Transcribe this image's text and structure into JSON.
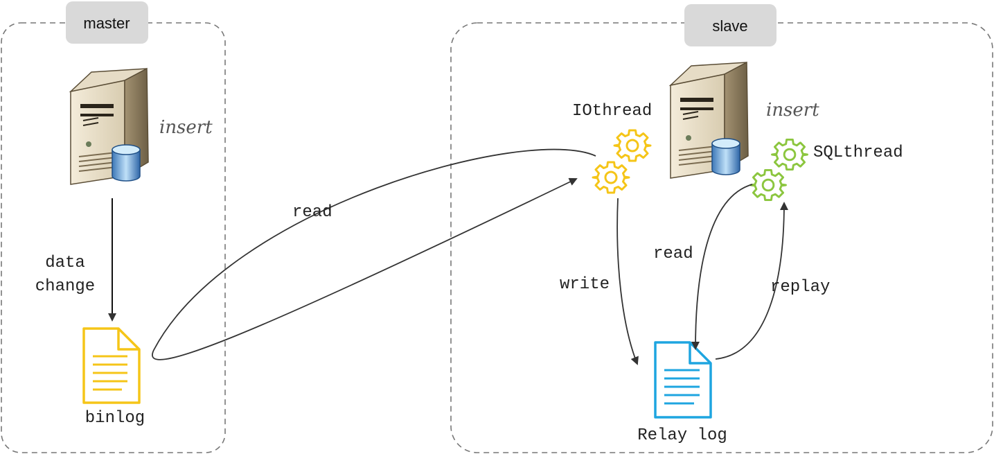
{
  "master": {
    "label": "master",
    "server_caption": "insert",
    "flow_label_line1": "data",
    "flow_label_line2": "change",
    "log_label": "binlog"
  },
  "slave": {
    "label": "slave",
    "server_caption": "insert",
    "io_thread_label": "IOthread",
    "sql_thread_label": "SQLthread",
    "write_label": "write",
    "read_label": "read",
    "replay_label": "replay",
    "log_label": "Relay log"
  },
  "link": {
    "read_label": "read"
  },
  "colors": {
    "io_gear": "#f5c518",
    "sql_gear": "#8cc63f",
    "binlog_doc": "#f5c518",
    "relaylog_doc": "#1ea5e0",
    "arrow": "#333333",
    "dashed_border": "#777777",
    "tab_fill": "#d9d9d9"
  }
}
